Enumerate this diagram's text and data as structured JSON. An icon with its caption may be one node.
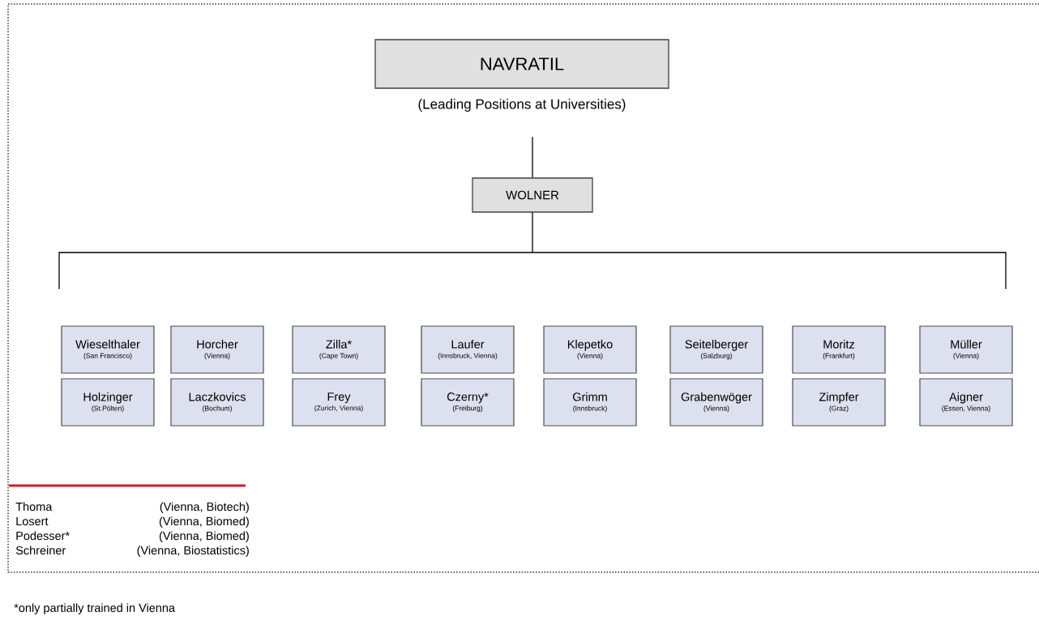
{
  "diagram": {
    "nodes": [
      {
        "text": [
          "NAVRATIL"
        ],
        "beside": [
          "(Leading Positions at Universities)"
        ]
      },
      {
        "text": [
          "WOLNER"
        ]
      },
      {
        "text": [
          "Wieselthaler",
          "(San Francisco)"
        ]
      },
      {
        "text": [
          "Horcher",
          "(Vienna)"
        ]
      },
      {
        "text": [
          "Zilla*",
          "(Cape Town)"
        ]
      },
      {
        "text": [
          "Laufer",
          "(Innsbruck, Vienna)"
        ]
      },
      {
        "text": [
          "Klepetko",
          "(Vienna)"
        ]
      },
      {
        "text": [
          "Seitelberger",
          "(Salzburg)"
        ]
      },
      {
        "text": [
          "Moritz",
          "(Frankfurt)"
        ]
      },
      {
        "text": [
          "Müller",
          "(Vienna)"
        ]
      },
      {
        "text": [
          "Holzinger",
          "(St.Pölten)"
        ]
      },
      {
        "text": [
          "Laczkovics",
          "(Bochum)"
        ]
      },
      {
        "text": [
          "Frey",
          "(Zurich, Vienna)"
        ]
      },
      {
        "text": [
          "Czerny*",
          "(Freiburg)"
        ]
      },
      {
        "text": [
          "Grimm",
          "(Innsbruck)"
        ]
      },
      {
        "text": [
          "Grabenwöger",
          "(Vienna)"
        ]
      },
      {
        "text": [
          "Zimpfer",
          "(Graz)"
        ]
      },
      {
        "text": [
          "Aigner",
          "(Essen, Vienna)"
        ]
      }
    ],
    "edges": [
      {
        "from": 0,
        "to": 1,
        "arrow": "none"
      }
    ],
    "labels": [
      "Thoma",
      "(Vienna, Biotech)",
      "Losert",
      "(Vienna, Biomed)",
      "Podesser*",
      "(Vienna, Biomed)",
      "Schreiner",
      "(Vienna, Biostatistics)",
      "*only partially trained in Vienna"
    ]
  }
}
